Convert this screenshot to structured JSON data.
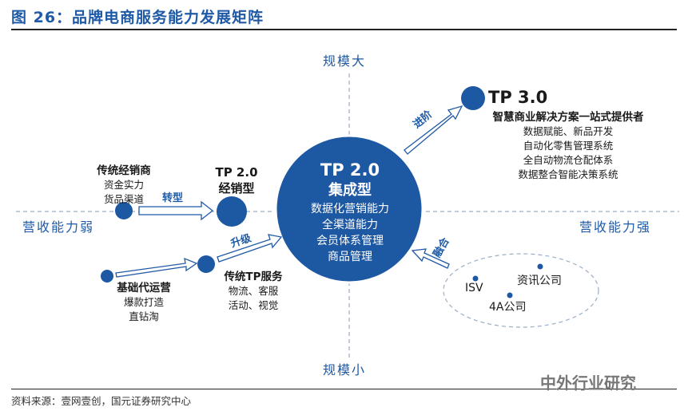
{
  "title": "图 26：品牌电商服务能力发展矩阵",
  "axes": {
    "top": "规模大",
    "bottom": "规模小",
    "left": "营收能力弱",
    "right": "营收能力强"
  },
  "center": {
    "title": "TP 2.0",
    "subtitle": "集成型",
    "lines": [
      "数据化营销能力",
      "全渠道能力",
      "会员体系管理",
      "商品管理"
    ]
  },
  "tp3": {
    "title": "TP 3.0",
    "subtitle": "智慧商业解决方案一站式提供者",
    "lines": [
      "数据赋能、新品开发",
      "自动化零售管理系统",
      "全自动物流仓配体系",
      "数据整合智能决策系统"
    ]
  },
  "distributor": {
    "title": "传统经销商",
    "lines": [
      "资金实力",
      "货品渠道"
    ]
  },
  "tp2_dist": {
    "title": "TP 2.0",
    "subtitle": "经销型"
  },
  "basic_ops": {
    "title": "基础代运营",
    "lines": [
      "爆款打造",
      "直钻淘"
    ]
  },
  "tp_service": {
    "title": "传统TP服务",
    "lines": [
      "物流、客服",
      "活动、视觉"
    ]
  },
  "arrows": {
    "transform": "转型",
    "upgrade": "升级",
    "advance": "进阶",
    "merge": "融合"
  },
  "partners": {
    "isv": "ISV",
    "info": "资讯公司",
    "fourA": "4A公司"
  },
  "source": "资料来源：壹网壹创，国元证券研究中心",
  "watermark": "中外行业研究",
  "colors": {
    "brand": "#1f5aa6",
    "circle": "#1d58a3",
    "dashed": "#9aaec8"
  }
}
